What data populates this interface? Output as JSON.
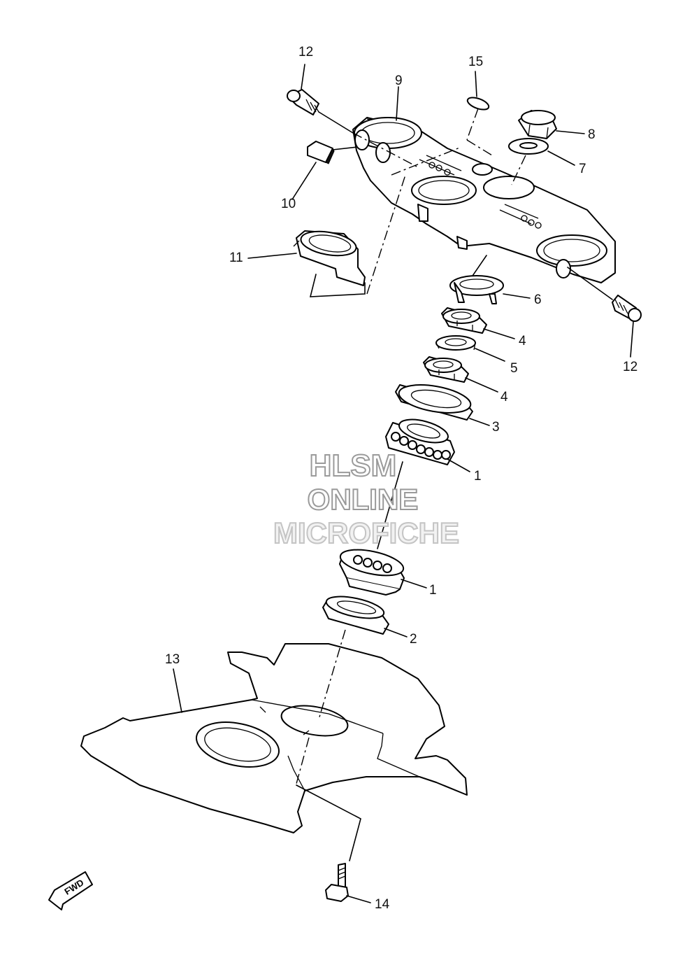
{
  "callouts": {
    "c12a": "12",
    "c15": "15",
    "c9": "9",
    "c8": "8",
    "c7": "7",
    "c10": "10",
    "c11": "11",
    "c6": "6",
    "c12b": "12",
    "c4a": "4",
    "c5": "5",
    "c4b": "4",
    "c3": "3",
    "c1a": "1",
    "c1b": "1",
    "c2": "2",
    "c13": "13",
    "c14": "14"
  },
  "watermark": {
    "line1": "HLSM",
    "line2": "ONLINE",
    "line3": "MICROFICHE"
  },
  "fwd_label": "FWD",
  "colors": {
    "ink": "#000000",
    "watermark_outline": "#9a9a9a",
    "background": "#ffffff"
  }
}
